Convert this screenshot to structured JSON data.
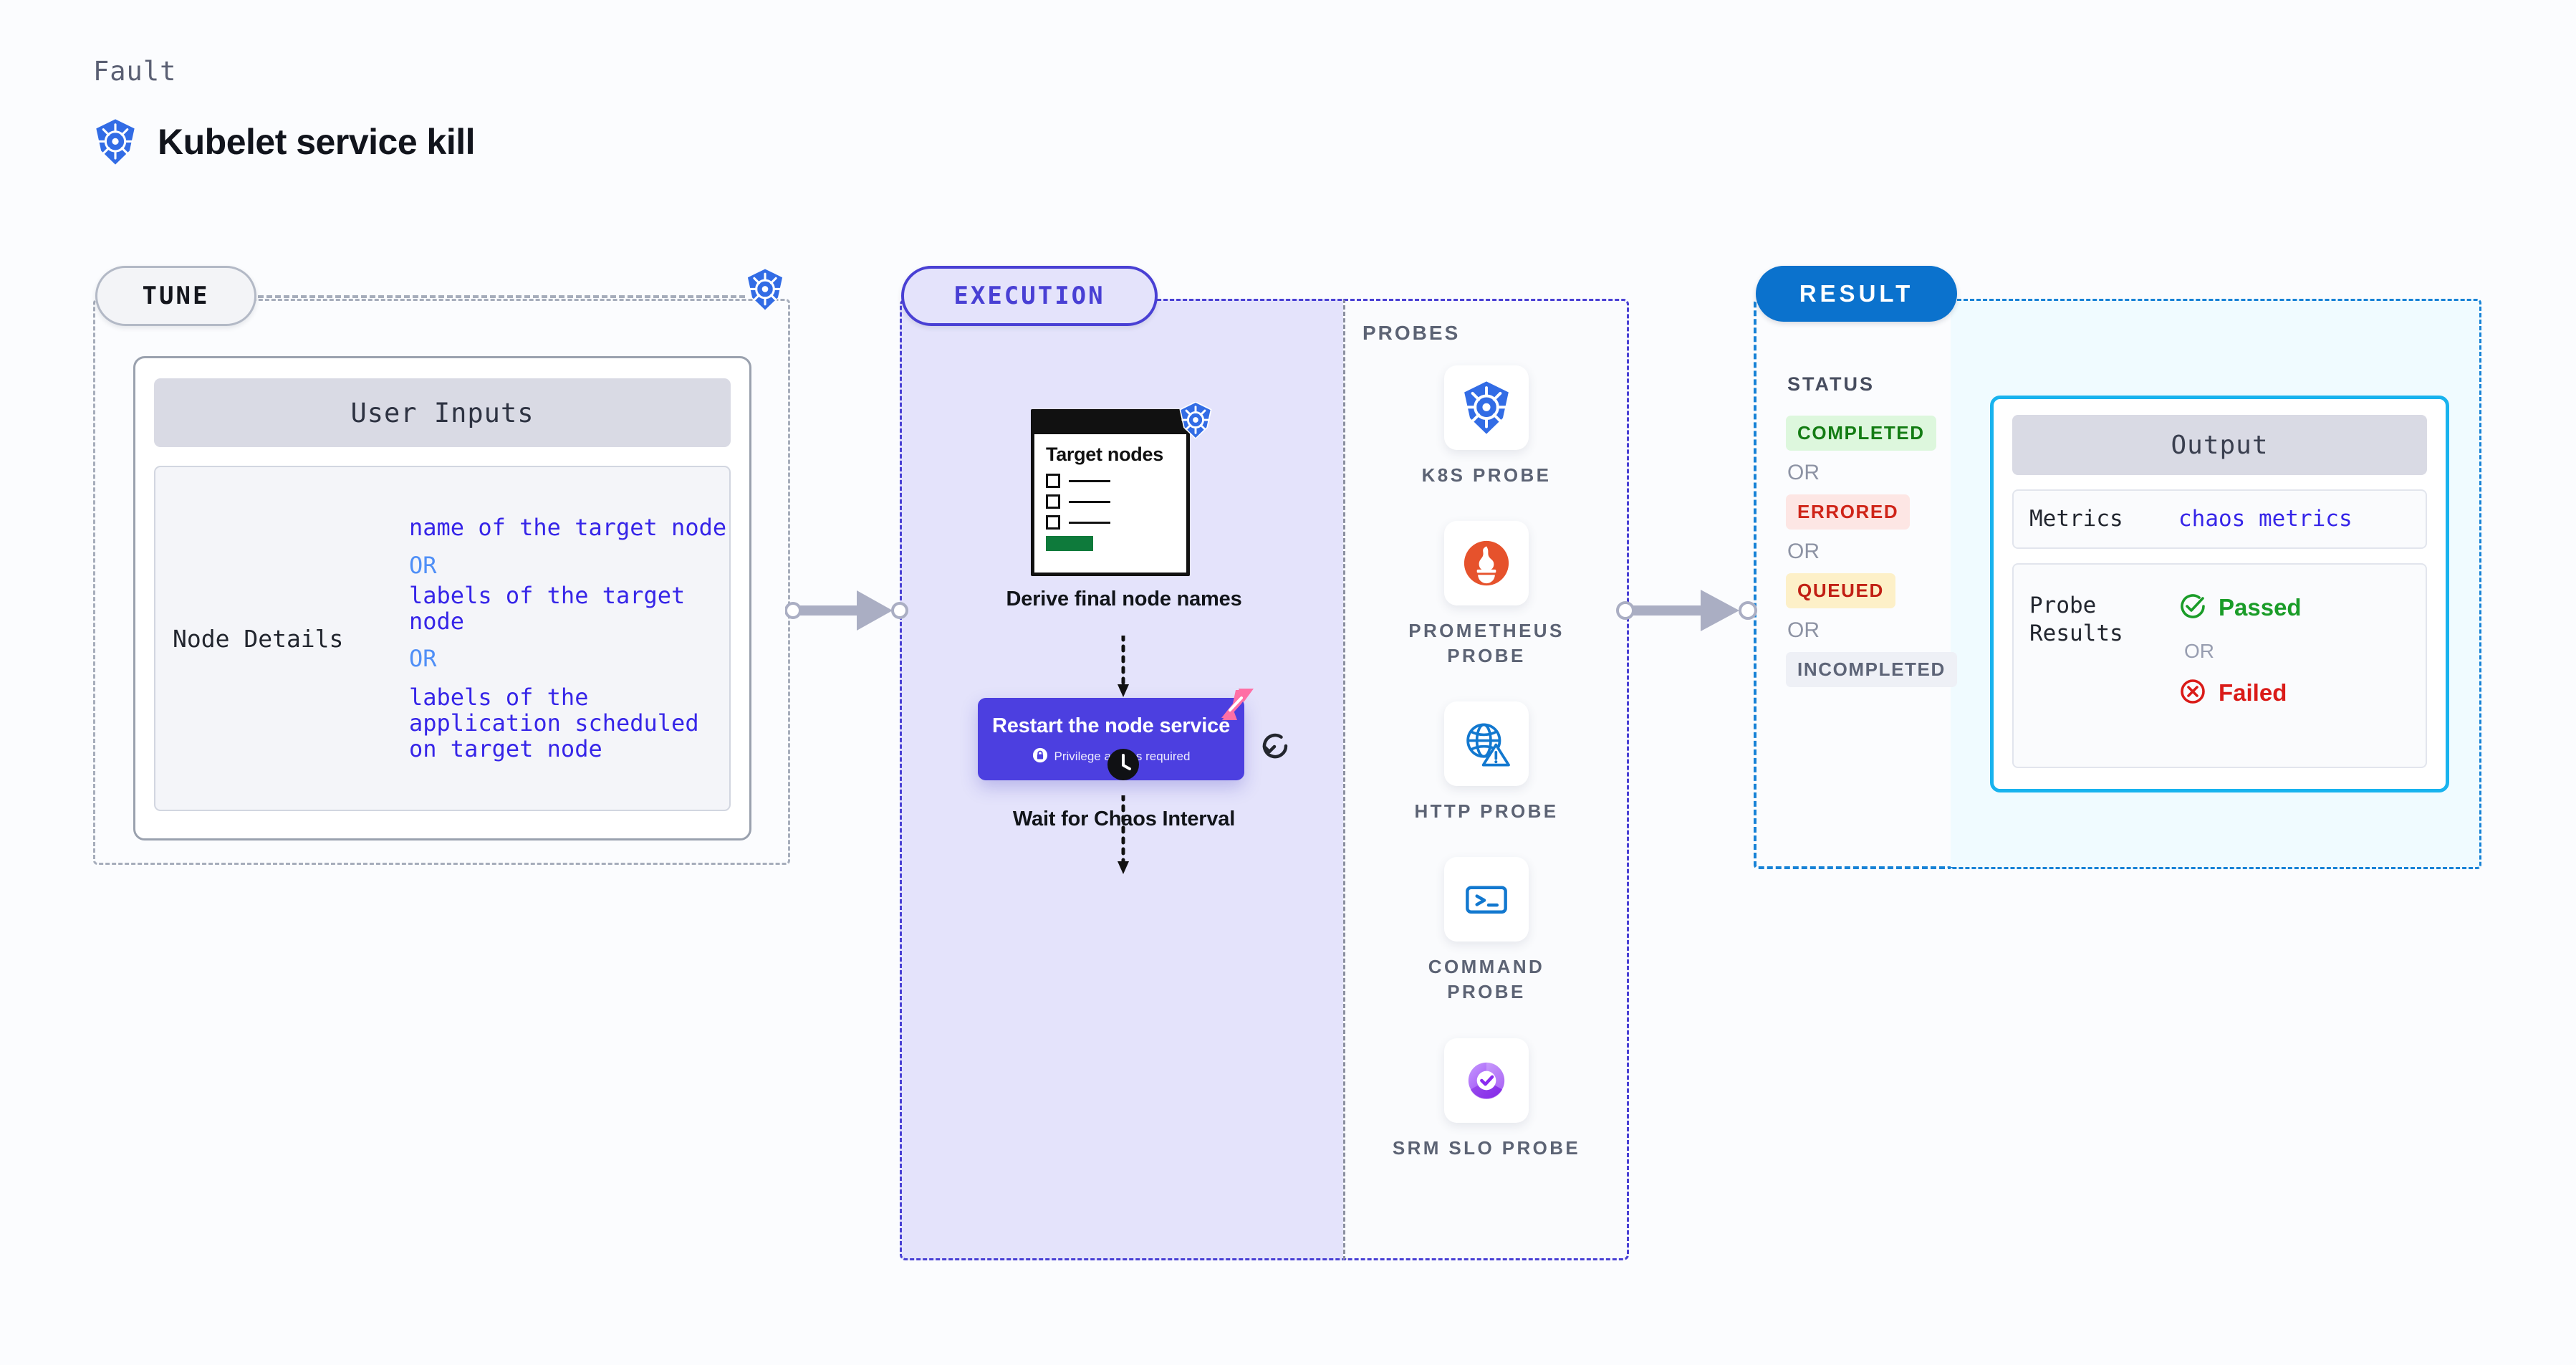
{
  "header": {
    "kicker": "Fault",
    "title": "Kubelet service kill",
    "logo_icon": "kubernetes-icon"
  },
  "tune": {
    "badge": "TUNE",
    "corner_icon": "kubernetes-icon",
    "card": {
      "header": "User Inputs",
      "key": "Node Details",
      "values": [
        "name of the target node",
        "labels of the target node",
        "labels of the application scheduled on target node"
      ],
      "or_label": "OR"
    }
  },
  "execution": {
    "badge": "EXECUTION",
    "window": {
      "title": "Target nodes",
      "icon": "kubernetes-icon",
      "checkbox_rows": 3,
      "progress_bar_color": "#0e7a3b"
    },
    "step1_label": "Derive final node names",
    "action": {
      "title": "Restart the node service",
      "privilege_note": "Privilege access required",
      "lock_icon": "lock-icon",
      "brand_icon": "harness-logo-icon",
      "retry_icon": "refresh-icon",
      "color": "#4c3fe0"
    },
    "step3_label": "Wait for Chaos Interval",
    "clock_icon": "clock-icon"
  },
  "probes": {
    "label": "PROBES",
    "items": [
      {
        "name": "K8S PROBE",
        "icon": "kubernetes-icon"
      },
      {
        "name": "PROMETHEUS PROBE",
        "icon": "prometheus-icon"
      },
      {
        "name": "HTTP PROBE",
        "icon": "globe-warning-icon"
      },
      {
        "name": "COMMAND PROBE",
        "icon": "terminal-icon"
      },
      {
        "name": "SRM SLO PROBE",
        "icon": "slo-gauge-icon"
      }
    ]
  },
  "result": {
    "badge": "RESULT",
    "status_label": "STATUS",
    "or_label": "OR",
    "statuses": [
      {
        "label": "COMPLETED",
        "bg": "#ddf7dd",
        "fg": "#137c13"
      },
      {
        "label": "ERRORED",
        "bg": "#fde6e4",
        "fg": "#cf2418"
      },
      {
        "label": "QUEUED",
        "bg": "#fdf0c8",
        "fg": "#c11f14"
      },
      {
        "label": "INCOMPLETED",
        "bg": "#eef0f6",
        "fg": "#5d6477"
      }
    ]
  },
  "output": {
    "header": "Output",
    "metrics_key": "Metrics",
    "metrics_value": "chaos metrics",
    "probe_results_key": "Probe Results",
    "passed_label": "Passed",
    "failed_label": "Failed",
    "or_label": "OR",
    "passed_icon": "check-circle-icon",
    "failed_icon": "x-circle-icon"
  },
  "colors": {
    "accent_purple": "#4940d4",
    "accent_blue": "#0b72cd",
    "accent_cyan": "#18b3ee",
    "k8s_blue": "#326ce5",
    "link_blue": "#3625e8"
  }
}
